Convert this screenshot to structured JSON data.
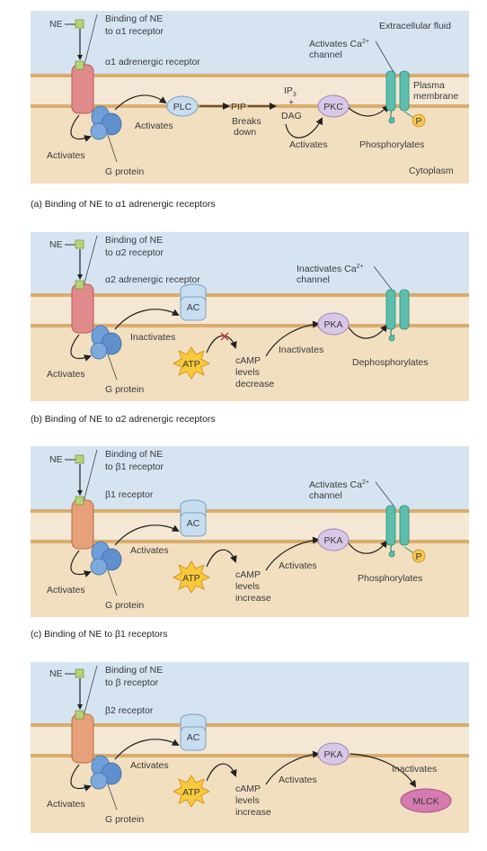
{
  "colors": {
    "extracellular": "#d6e4f2",
    "membrane": "#f4e8d4",
    "cytoplasm": "#f2dfc0",
    "membrane_line": "#d9ad6e",
    "alpha_receptor": "#e08a8c",
    "beta_receptor": "#e6a07a",
    "g_protein": "#6f9fd8",
    "plc_ac": "#c7def0",
    "pkc_pka": "#d8c8e8",
    "channel": "#5cbfae",
    "phosphate": "#f6c64f",
    "atp": "#f8c93a",
    "mlck": "#d57bb0",
    "ne_square": "#b8d27a"
  },
  "panels": [
    {
      "ne": "NE",
      "binding_line1": "Binding of NE",
      "binding_line2": "to α1 receptor",
      "receptor_label": "α1 adrenergic receptor",
      "extracellular_label": "Extracellular fluid",
      "plasma_membrane_line1": "Plasma",
      "plasma_membrane_line2": "membrane",
      "cytoplasm_label": "Cytoplasm",
      "g_protein_label": "G protein",
      "activates_left": "Activates",
      "activates_effector": "Activates",
      "effector": "PLC",
      "pip": "PIP",
      "breaks_line1": "Breaks",
      "breaks_line2": "down",
      "ip3": "IP",
      "ip3_sub": "3",
      "plus": "+",
      "dag": "DAG",
      "activates_kinase": "Activates",
      "kinase": "PKC",
      "channel_line1": "Activates Ca",
      "channel_sup": "2+",
      "channel_line2": "channel",
      "phospho": "P",
      "phosphorylates": "Phosphorylates",
      "caption_prefix": "(a) Binding of NE to ",
      "caption_symbol": "α1",
      "caption_suffix": " adrenergic receptors"
    },
    {
      "ne": "NE",
      "binding_line1": "Binding of NE",
      "binding_line2": "to α2 receptor",
      "receptor_label": "α2 adrenergic receptor",
      "g_protein_label": "G protein",
      "activates_left": "Activates",
      "inactivates_ac": "Inactivates",
      "effector": "AC",
      "atp": "ATP",
      "camp_line1": "cAMP",
      "camp_line2": "levels",
      "camp_line3": "decrease",
      "inactivates_pka": "Inactivates",
      "kinase": "PKA",
      "channel_line1": "Inactivates Ca",
      "channel_sup": "2+",
      "channel_line2": "channel",
      "dephosphorylates": "Dephosphorylates",
      "caption": "(b) Binding of NE to α2 adrenergic receptors"
    },
    {
      "ne": "NE",
      "binding_line1": "Binding of NE",
      "binding_line2": "to β1 receptor",
      "receptor_label": "β1 receptor",
      "g_protein_label": "G protein",
      "activates_left": "Activates",
      "activates_ac": "Activates",
      "effector": "AC",
      "atp": "ATP",
      "camp_line1": "cAMP",
      "camp_line2": "levels",
      "camp_line3": "increase",
      "activates_pka": "Activates",
      "kinase": "PKA",
      "channel_line1": "Activates Ca",
      "channel_sup": "2+",
      "channel_line2": "channel",
      "phospho": "P",
      "phosphorylates": "Phosphorylates",
      "caption": "(c) Binding of NE to β1 receptors"
    },
    {
      "ne": "NE",
      "binding_line1": "Binding of NE",
      "binding_line2": "to β receptor",
      "receptor_label": "β2 receptor",
      "g_protein_label": "G protein",
      "activates_left": "Activates",
      "activates_ac": "Activates",
      "effector": "AC",
      "atp": "ATP",
      "camp_line1": "cAMP",
      "camp_line2": "levels",
      "camp_line3": "increase",
      "activates_pka": "Activates",
      "kinase": "PKA",
      "inactivates_mlck": "Inactivates",
      "mlck": "MLCK",
      "caption": ""
    }
  ]
}
